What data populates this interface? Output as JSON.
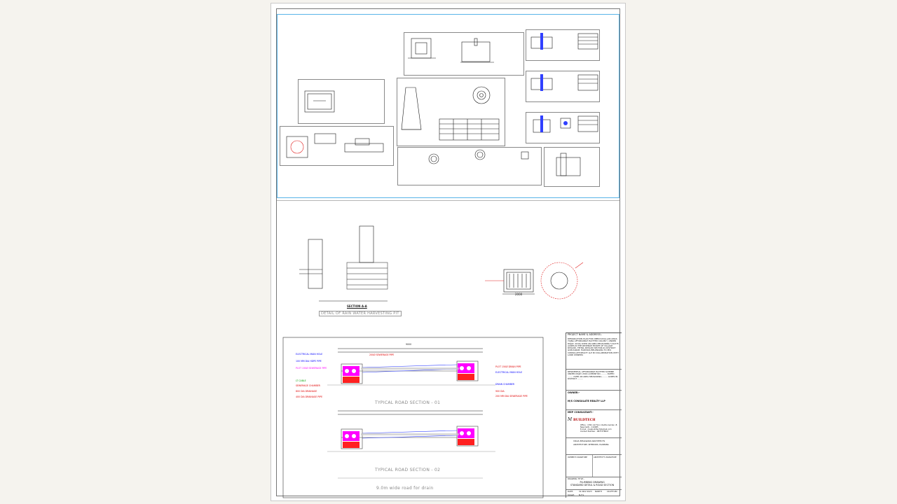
{
  "title_block": {
    "project_heading": "PROJECT NAME & ADDRESS:-",
    "project_desc": "DEMARCATION PLAN FOR DEEN DAYAL JAN AWAS YOJNA AFFORDABLE PLOTTED COLONY ( UNDER DDJAY- 2016) OVER AN AREA MEASURING 5.61375 ACRES IN THE REVENUE ESTATE OF VILLAGE PATAUDI, TEHSIL PATAUDI SECTOR-91 DISTRICT GURUGRAM, HARYANA BELONGING TO M/S CONSULATE REALTY LLP IN COLLABORATION WITH LAND OWNERS",
    "scheme": "RESIDENTIAL AFFORDABLE PLOTTED SCHEME UNDER DDJAY 2016 LICENSE NO. ........ DATED ........ OVER AN AREA MEASURING ........ ACRES IN DISTRICT ........",
    "owner_heading": "OWNER:-",
    "owner_name": "M/S CONSULATE REALTY LLP",
    "consultant_heading": "MEP CONSULTANT:-",
    "consultant_name": "BUILDTECH",
    "consultant_address": "Office : 1782, Ist Floor, Radha Garden ,B\nNew Delhi - 110085\nE-mail : mepbuildtech@gmail.com\nContact Number : 9871178847",
    "architect": "VIKAS BHALWANI ARCHITECTS",
    "architect_sub": "ARCHITECTURE, INTERIORS, PLANNING",
    "sign_owner": "OWNER'S SIGNATURE",
    "sign_arch": "ARCHITECT'S SIGNATURE",
    "drawing_title_label": "DRAWING TITLE:-",
    "drawing_title": "PLUMBING DRAWING\nSTANDARD DETAIL & ROAD SECTION",
    "date_label": "DATE:",
    "date_value": "31 NOV 2023",
    "scale_label": "SCALE:",
    "scale_value": "N.T.S",
    "north_label": "NORTH",
    "dwg_no": "CR-PTT-MC"
  },
  "captions": {
    "road_section_1": "TYPICAL ROAD SECTION - 01",
    "road_section_2": "TYPICAL ROAD SECTION - 02",
    "road_width": "9.0m wide road for drain",
    "section_aa": "SECTION A-A",
    "rain_water": "DETAIL OF RAIN WATER HARVESTING PIT",
    "dim_1": "9000",
    "dim_2": "2000"
  },
  "labels_section1": {
    "elec": "ELECTRICAL MAIN HOLE",
    "water_pipe": "100 MM DIA HDPE PIPE",
    "sewer_pipe": "200Ø SEWERAGE PIPE",
    "storm": "PLOT 150Ø SEWERAGE PIPE",
    "cabled": "LT CABLE",
    "sewer_ch": "SEWERAGE CHAMBER",
    "drain_ch": "800 DIA DRAINAGE",
    "drain_pipe": "400 DIA DRAINAGE PIPE",
    "right_1": "PLOT 150Ø DRAIN PIPE",
    "right_2": "ELECTRICAL MAIN HOLE",
    "right_3": "DRAIN CHAMBER",
    "right_4": "900 DIA",
    "right_5": "200 MM DIA SEWERAGE PIPE"
  }
}
